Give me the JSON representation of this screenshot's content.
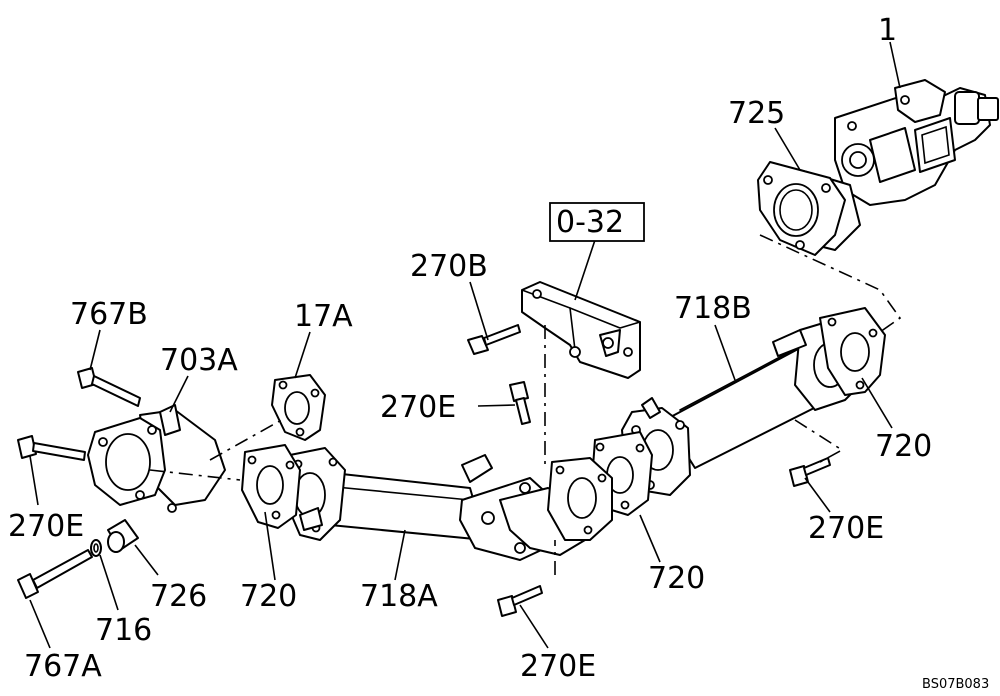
{
  "labels": {
    "p1": "1",
    "p725": "725",
    "p0_32": "0-32",
    "p270B": "270B",
    "p718B": "718B",
    "p767B": "767B",
    "p17A": "17A",
    "p703A": "703A",
    "p270E_mid": "270E",
    "p720_right": "720",
    "p270E_left": "270E",
    "p270E_right": "270E",
    "p720_center": "720",
    "p726": "726",
    "p720_left": "720",
    "p718A": "718A",
    "p716": "716",
    "p767A": "767A",
    "p270E_bottom": "270E"
  },
  "drawing_code": "BS07B083"
}
